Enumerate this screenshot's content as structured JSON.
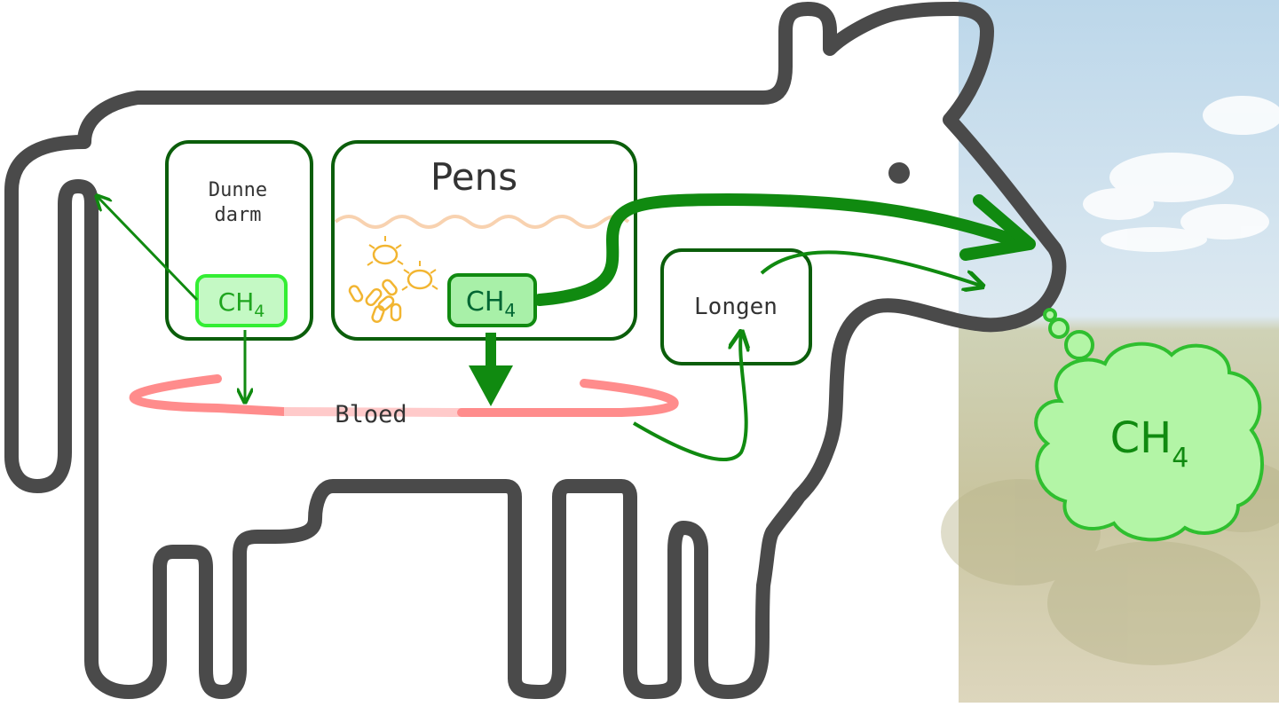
{
  "labels": {
    "small_intestine_line1": "Dunne",
    "small_intestine_line2": "darm",
    "rumen": "Pens",
    "lungs": "Longen",
    "blood": "Bloed"
  },
  "methane": {
    "symbol": "CH",
    "subscript": "4"
  },
  "colors": {
    "cow_outline": "#4a4a4a",
    "organ_border": "#0b5e0b",
    "arrow_green": "#108a10",
    "methane_text": "#1fa51f",
    "methane_bright": "#33ee33",
    "blood_red": "#ff8c8c",
    "blood_light": "#ffcaca",
    "microbes": "#f2b531",
    "rumen_wave": "#f8d2b0",
    "cloud_fill": "#b3f5a6",
    "cloud_stroke": "#2fbf2f",
    "sky": "#cfe3ef",
    "field": "#c7c4a3"
  }
}
